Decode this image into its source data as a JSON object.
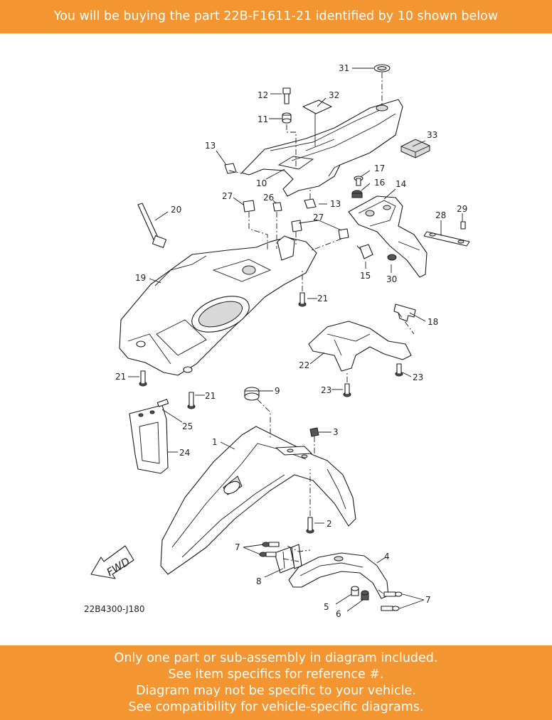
{
  "header": {
    "text": "You will be buying the part 22B-F1611-21 identified by 10 shown below"
  },
  "footer": {
    "lines": [
      "Only one part or sub-assembly in diagram included.",
      "See item specifics for reference #.",
      "Diagram may not be specific to your vehicle.",
      "See compatibility for vehicle-specific diagrams."
    ]
  },
  "diagram": {
    "code": "22B4300-J180",
    "fwd_label": "FWD",
    "callouts": {
      "c1": "1",
      "c2": "2",
      "c3": "3",
      "c4": "4",
      "c5": "5",
      "c6": "6",
      "c7a": "7",
      "c7b": "7",
      "c8": "8",
      "c9": "9",
      "c10": "10",
      "c11": "11",
      "c12": "12",
      "c13a": "13",
      "c13b": "13",
      "c14": "14",
      "c15": "15",
      "c16": "16",
      "c17": "17",
      "c18": "18",
      "c19": "19",
      "c20": "20",
      "c21a": "21",
      "c21b": "21",
      "c21c": "21",
      "c22": "22",
      "c23a": "23",
      "c23b": "23",
      "c24": "24",
      "c25": "25",
      "c26": "26",
      "c27a": "27",
      "c27b": "27",
      "c28": "28",
      "c29": "29",
      "c30": "30",
      "c31": "31",
      "c32": "32",
      "c33": "33"
    }
  }
}
